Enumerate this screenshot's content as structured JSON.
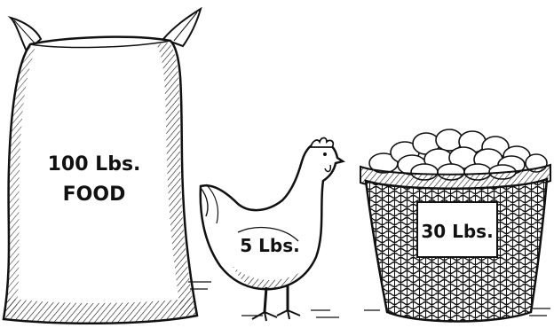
{
  "sack": {
    "line1": "100 Lbs.",
    "line2": "FOOD"
  },
  "hen": {
    "label": "5 Lbs."
  },
  "basket": {
    "label": "30 Lbs."
  },
  "colors": {
    "ink": "#111111",
    "paper": "#ffffff"
  }
}
